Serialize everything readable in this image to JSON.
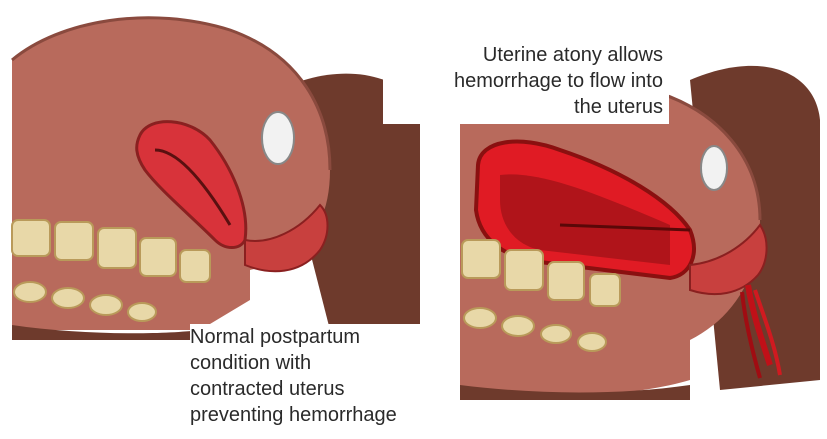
{
  "captions": {
    "atony": {
      "lines": [
        "Uterine atony allows",
        "hemorrhage to flow into",
        "the uterus"
      ]
    },
    "normal": {
      "lines": [
        "Normal postpartum",
        "condition with",
        "contracted uterus",
        "preventing hemorrhage"
      ]
    }
  },
  "colors": {
    "tissue": "#b86a5c",
    "tissue_dark": "#8a4a3e",
    "skin_dark": "#6e3a2c",
    "uterus_red": "#d8333a",
    "blood": "#e01b24",
    "bone": "#e8d8a8",
    "bone_dark": "#b99a5a",
    "bladder": "#f2f2f2"
  }
}
